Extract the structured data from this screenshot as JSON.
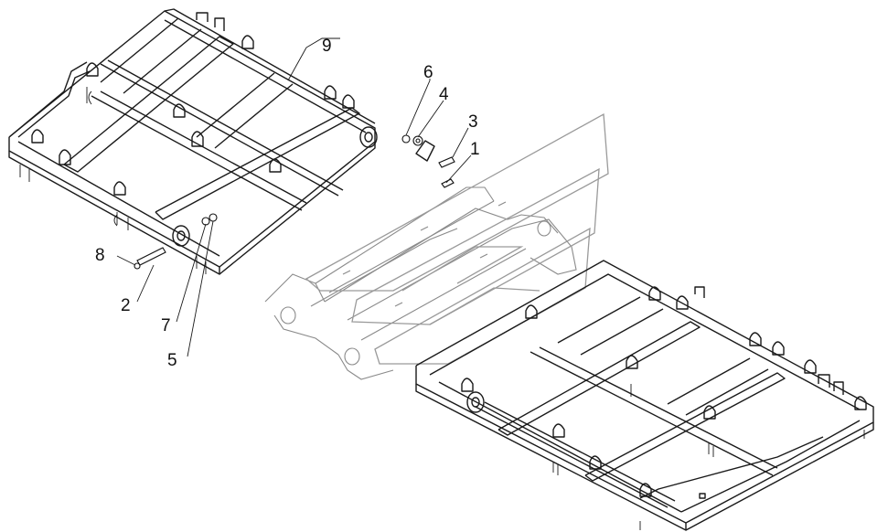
{
  "callouts": [
    {
      "id": "9",
      "label": "9"
    },
    {
      "id": "6",
      "label": "6"
    },
    {
      "id": "4",
      "label": "4"
    },
    {
      "id": "3",
      "label": "3"
    },
    {
      "id": "1",
      "label": "1"
    },
    {
      "id": "8",
      "label": "8"
    },
    {
      "id": "2",
      "label": "2"
    },
    {
      "id": "7",
      "label": "7"
    },
    {
      "id": "5",
      "label": "5"
    }
  ]
}
